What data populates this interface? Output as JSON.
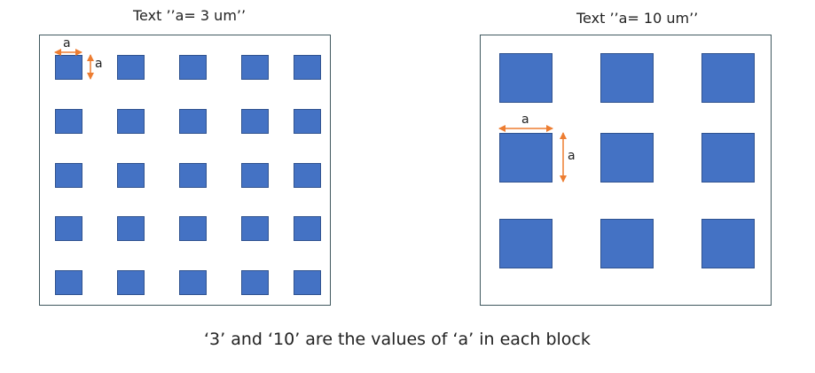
{
  "left_block": {
    "title": "Text ’’a= 3 um’’",
    "rows": 5,
    "cols": 5,
    "dim_label_h": "a",
    "dim_label_v": "a"
  },
  "right_block": {
    "title": "Text ’’a= 10 um’’",
    "rows": 3,
    "cols": 3,
    "dim_label_h": "a",
    "dim_label_v": "a"
  },
  "caption": "‘3’ and ‘10’ are the values of ‘a’ in each block",
  "colors": {
    "square_fill": "#4472c4",
    "square_border": "#2f528f",
    "arrow": "#ed7d31",
    "panel_border": "#40585f"
  }
}
